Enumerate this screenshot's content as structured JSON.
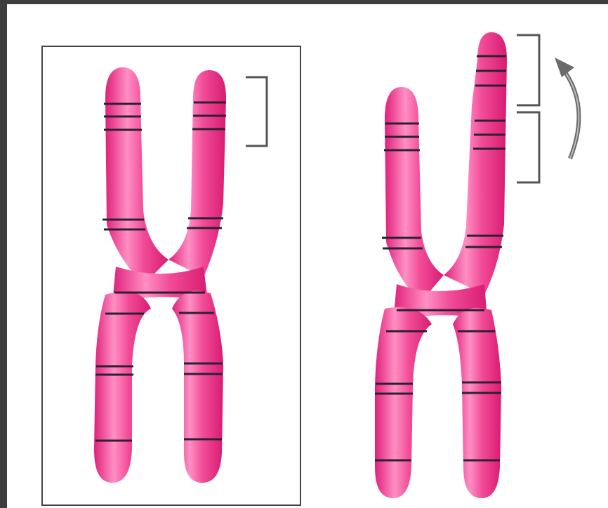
{
  "figure": {
    "kind": "chromosome-duplication-diagram",
    "colors": {
      "chromosome": "#ee3d8f",
      "chromosome_highlight": "#ff9ccb",
      "band": "#2a2230",
      "box": "#444444",
      "bracket": "#555555",
      "arrow": "#666666",
      "background": "#ffffff",
      "frame": "#3d3d3d"
    },
    "panels": [
      {
        "name": "normal-chromosome",
        "boxed": true,
        "bracket_segments": 1
      },
      {
        "name": "duplicated-chromosome",
        "boxed": false,
        "bracket_segments": 2,
        "has_arrow": true
      }
    ]
  }
}
